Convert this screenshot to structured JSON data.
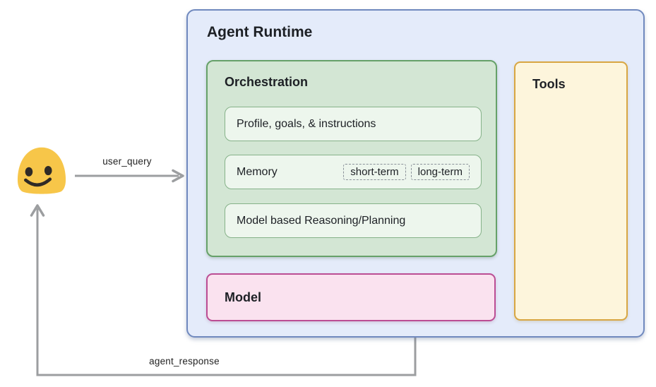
{
  "user": {
    "emoji": "blob-smiley-face",
    "query_label": "user_query",
    "response_label": "agent_response"
  },
  "runtime": {
    "title": "Agent Runtime",
    "orchestration": {
      "title": "Orchestration",
      "profile": {
        "label": "Profile, goals, & instructions"
      },
      "memory": {
        "label": "Memory",
        "chips": [
          {
            "label": "short-term"
          },
          {
            "label": "long-term"
          }
        ]
      },
      "reasoning": {
        "label": "Model based Reasoning/Planning"
      }
    },
    "model": {
      "title": "Model"
    },
    "tools": {
      "title": "Tools"
    }
  },
  "colors": {
    "runtime_fill": "#E4EBFA",
    "runtime_border": "#7089BE",
    "orchestration_fill": "#D3E6D4",
    "orchestration_border": "#66A169",
    "inner_fill": "#EDF6ED",
    "inner_border": "#86B289",
    "chip_border": "#8A9199",
    "model_fill": "#FAE2EF",
    "model_border": "#BB4D94",
    "tools_fill": "#FDF5DC",
    "tools_border": "#D8A642",
    "arrow": "#9C9EA0",
    "text": "#1D2025",
    "emoji_body": "#F7C649",
    "emoji_features": "#2F2A26",
    "background": "#FFFFFF"
  }
}
